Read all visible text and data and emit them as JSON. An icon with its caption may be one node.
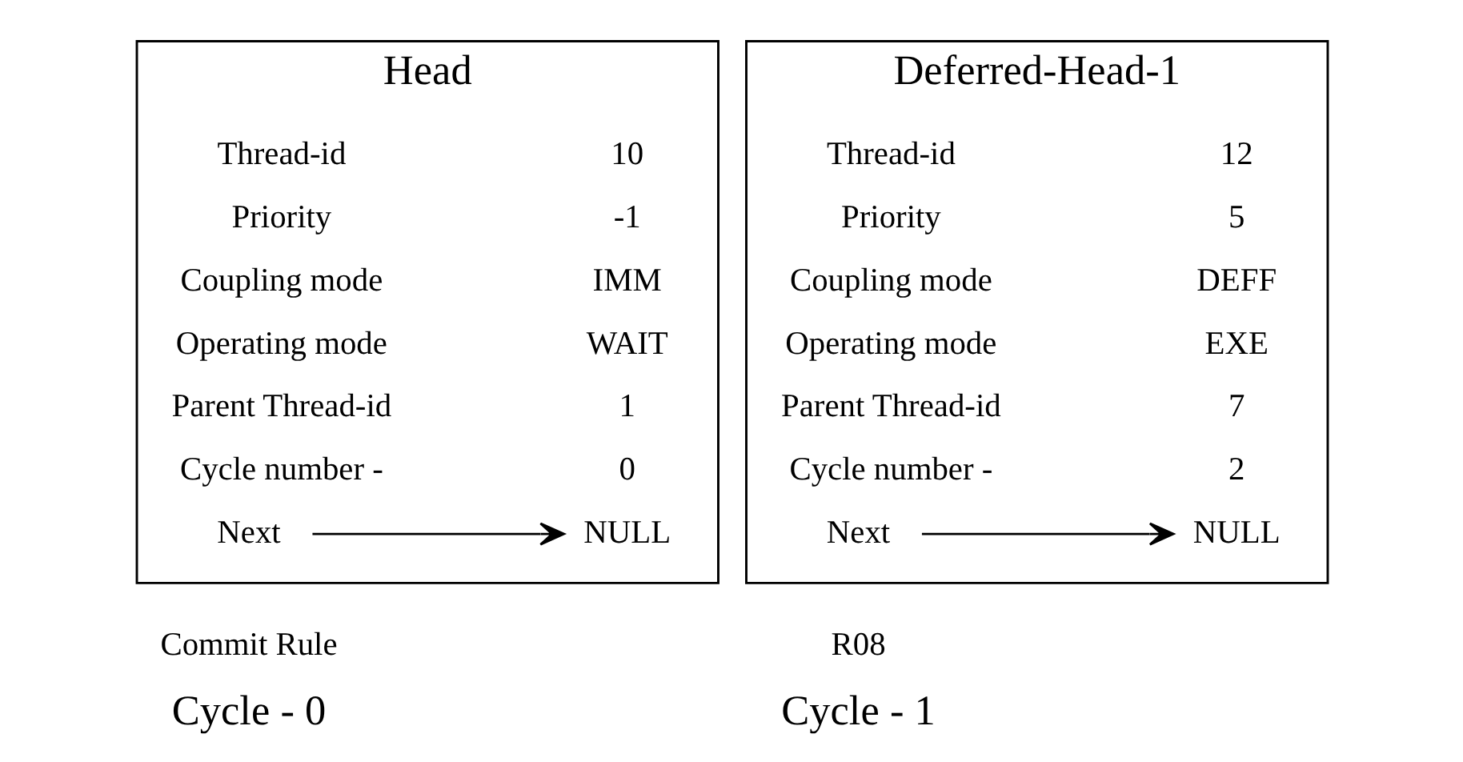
{
  "diagram": {
    "nodes": [
      {
        "text": [
          "Head"
        ],
        "beside": [
          "Commit Rule",
          "Cycle - 0"
        ]
      },
      {
        "text": [
          "Next"
        ],
        "in": 0
      },
      {
        "text": [
          "NULL"
        ],
        "in": 0
      },
      {
        "text": [
          "Deferred-Head-1"
        ],
        "beside": [
          "R08",
          "Cycle - 1"
        ]
      },
      {
        "text": [
          "Next"
        ],
        "in": 3
      },
      {
        "text": [
          "NULL"
        ],
        "in": 3
      }
    ],
    "edges": [
      {
        "from": 1,
        "to": 2,
        "arrow": "to"
      },
      {
        "from": 4,
        "to": 5,
        "arrow": "to"
      }
    ],
    "labels": [
      "Thread-id",
      "10",
      "Priority",
      "-1",
      "Coupling mode",
      "IMM",
      "Operating mode",
      "WAIT",
      "Parent Thread-id",
      "1",
      "Cycle number -",
      "0",
      "Thread-id",
      "12",
      "Priority",
      "5",
      "Coupling mode",
      "DEFF",
      "Operating mode",
      "EXE",
      "Parent Thread-id",
      "7",
      "Cycle number -",
      "2"
    ]
  }
}
